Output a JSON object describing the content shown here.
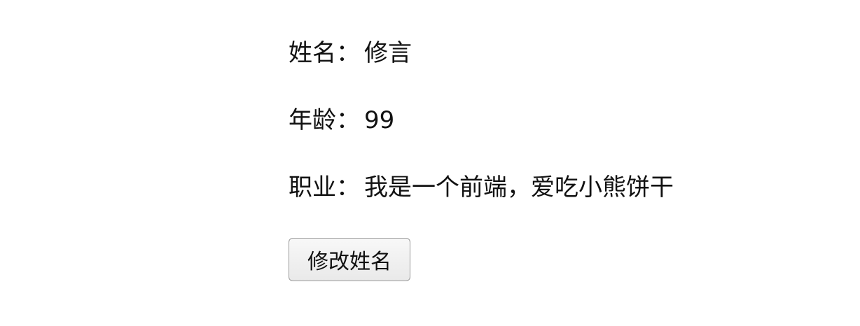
{
  "profile": {
    "name_label": "姓名",
    "name_value": "修言",
    "age_label": "年龄",
    "age_value": "99",
    "job_label": "职业",
    "job_value": "我是一个前端，爱吃小熊饼干",
    "separator": "："
  },
  "actions": {
    "change_name_button": "修改姓名"
  }
}
